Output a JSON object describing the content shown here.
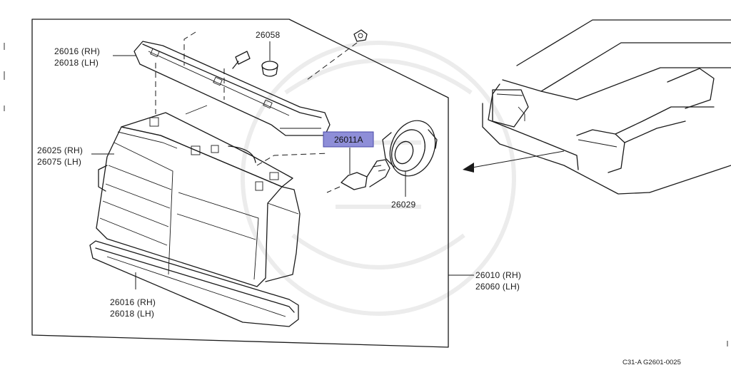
{
  "callouts": {
    "molding_upper": [
      "26016 (RH)",
      "26018 (LH)"
    ],
    "grommet": "26058",
    "headlight_unit": [
      "26025 (RH)",
      "26075 (LH)"
    ],
    "bulb": "26011A",
    "socket": "26029",
    "headlight_assembly": [
      "26010 (RH)",
      "26060 (LH)"
    ],
    "molding_lower": [
      "26016 (RH)",
      "26018 (LH)"
    ]
  },
  "footer": {
    "diagram_code": "C31-A G2601-0025"
  },
  "colors": {
    "highlight": "#8e8ed8",
    "ink": "#1a1a1a",
    "background": "#ffffff"
  }
}
